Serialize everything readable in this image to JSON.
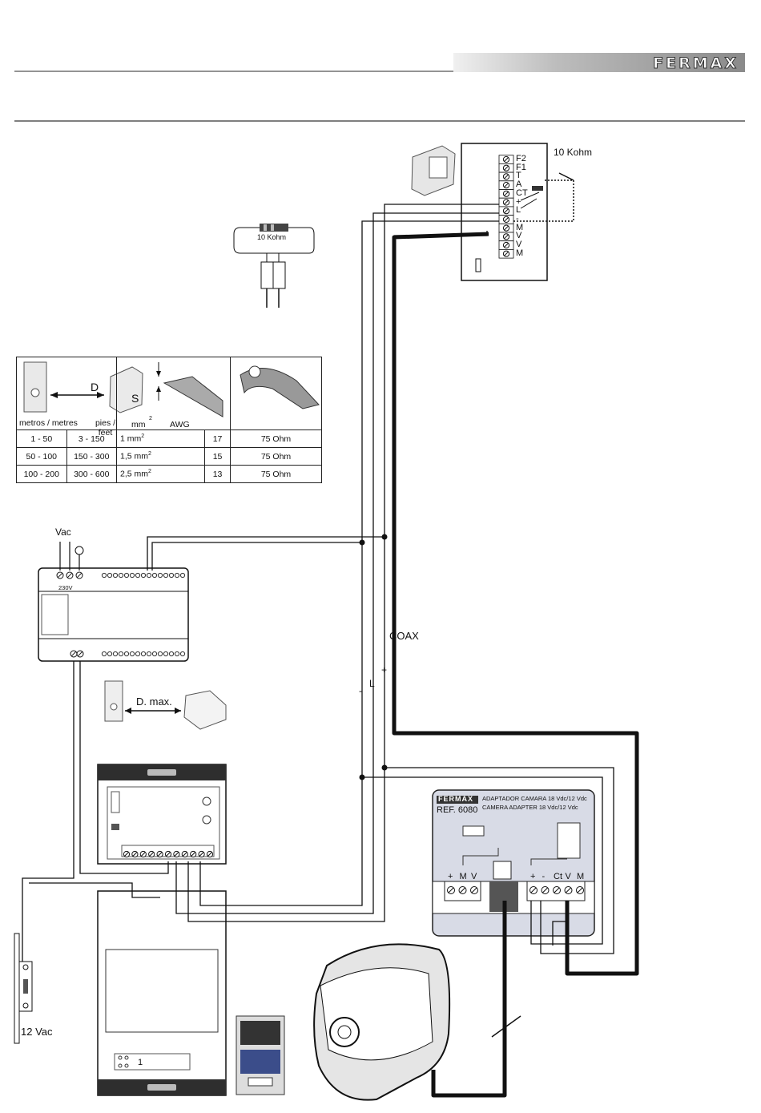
{
  "header": {
    "brand": "FERMAX"
  },
  "monitor_terminals": {
    "labels": [
      "F2",
      "F1",
      "T",
      "A",
      "CT",
      "+",
      "L",
      "-",
      "M",
      "V",
      "V",
      "M"
    ],
    "resistor_label": "10 Kohm"
  },
  "resistor_detail": {
    "label": "10 Kohm"
  },
  "cable_table": {
    "header_distance": "D",
    "header_section": "S",
    "col_metres": "metros / metres",
    "col_feet": "pies / feet",
    "col_mm2": "mm",
    "col_mm2_sup": "2",
    "col_awg": "AWG",
    "rows": [
      {
        "metres": "1 - 50",
        "feet": "3  -  150",
        "mm2": "1      mm",
        "sup": "2",
        "awg": "17",
        "coax": "75 Ohm"
      },
      {
        "metres": "50 - 100",
        "feet": "150  -  300",
        "mm2": "1,5  mm",
        "sup": "2",
        "awg": "15",
        "coax": "75 Ohm"
      },
      {
        "metres": "100 - 200",
        "feet": "300  -  600",
        "mm2": "2,5  mm",
        "sup": "2",
        "awg": "13",
        "coax": "75 Ohm"
      }
    ]
  },
  "power_supply": {
    "input_label": "Vac",
    "voltage_label": "230V"
  },
  "wire_labels": {
    "coax": "COAX",
    "plus": "+",
    "minus": "-",
    "l": "L"
  },
  "dmax": {
    "label": "D. max."
  },
  "adapter": {
    "brand": "FERMAX",
    "title_es": "ADAPTADOR CAMARA 18 Vdc/12 Vdc",
    "title_en": "CAMERA ADAPTER 18 Vdc/12 Vdc",
    "ref": "REF. 6080",
    "left_terminals": [
      "+",
      "M",
      "V"
    ],
    "right_terminals": [
      "+",
      "-",
      "Ct",
      "V",
      "M"
    ]
  },
  "lock": {
    "label": "12 Vac"
  },
  "panel": {
    "button_number": "1"
  }
}
